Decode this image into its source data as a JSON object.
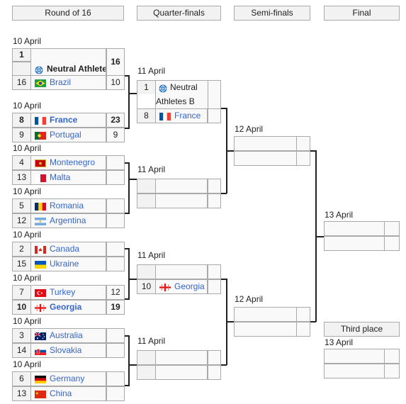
{
  "headers": {
    "r16": "Round of 16",
    "qf": "Quarter-finals",
    "sf": "Semi-finals",
    "final": "Final",
    "third": "Third place"
  },
  "dates": {
    "r16_1": "10 April",
    "r16_2": "10 April",
    "r16_3": "10 April",
    "r16_4": "10 April",
    "r16_5": "10 April",
    "r16_6": "10 April",
    "r16_7": "10 April",
    "r16_8": "10 April",
    "qf_1": "11 April",
    "qf_2": "11 April",
    "qf_3": "11 April",
    "qf_4": "11 April",
    "sf_1": "12 April",
    "sf_2": "12 April",
    "final": "13 April",
    "third": "13 April"
  },
  "r16": [
    {
      "t1": {
        "seed": "1",
        "name": "Neutral Athletes B",
        "score": "16",
        "flag": "neutral-flag-icon",
        "win": true
      },
      "t2": {
        "seed": "16",
        "name": "Brazil",
        "score": "10",
        "flag": "brazil-flag-icon"
      }
    },
    {
      "t1": {
        "seed": "8",
        "name": "France",
        "score": "23",
        "flag": "france-flag-icon",
        "win": true
      },
      "t2": {
        "seed": "9",
        "name": "Portugal",
        "score": "9",
        "flag": "portugal-flag-icon"
      }
    },
    {
      "t1": {
        "seed": "4",
        "name": "Montenegro",
        "score": "",
        "flag": "montenegro-flag-icon"
      },
      "t2": {
        "seed": "13",
        "name": "Malta",
        "score": "",
        "flag": "malta-flag-icon"
      }
    },
    {
      "t1": {
        "seed": "5",
        "name": "Romania",
        "score": "",
        "flag": "romania-flag-icon"
      },
      "t2": {
        "seed": "12",
        "name": "Argentina",
        "score": "",
        "flag": "argentina-flag-icon"
      }
    },
    {
      "t1": {
        "seed": "2",
        "name": "Canada",
        "score": "",
        "flag": "canada-flag-icon"
      },
      "t2": {
        "seed": "15",
        "name": "Ukraine",
        "score": "",
        "flag": "ukraine-flag-icon"
      }
    },
    {
      "t1": {
        "seed": "7",
        "name": "Turkey",
        "score": "12",
        "flag": "turkey-flag-icon"
      },
      "t2": {
        "seed": "10",
        "name": "Georgia",
        "score": "19",
        "flag": "georgia-flag-icon",
        "win": true
      }
    },
    {
      "t1": {
        "seed": "3",
        "name": "Australia",
        "score": "",
        "flag": "australia-flag-icon"
      },
      "t2": {
        "seed": "14",
        "name": "Slovakia",
        "score": "",
        "flag": "slovakia-flag-icon"
      }
    },
    {
      "t1": {
        "seed": "6",
        "name": "Germany",
        "score": "",
        "flag": "germany-flag-icon"
      },
      "t2": {
        "seed": "13",
        "name": "China",
        "score": "",
        "flag": "china-flag-icon"
      }
    }
  ],
  "qf": [
    {
      "t1": {
        "seed": "1",
        "name_line1": "Neutral",
        "name_line2": "Athletes B",
        "flag": "neutral-flag-icon"
      },
      "t2": {
        "seed": "8",
        "name": "France",
        "flag": "france-flag-icon"
      }
    },
    {
      "t1": {},
      "t2": {}
    },
    {
      "t1": {},
      "t2": {
        "seed": "10",
        "name": "Georgia",
        "flag": "georgia-flag-icon"
      }
    },
    {
      "t1": {},
      "t2": {}
    }
  ]
}
